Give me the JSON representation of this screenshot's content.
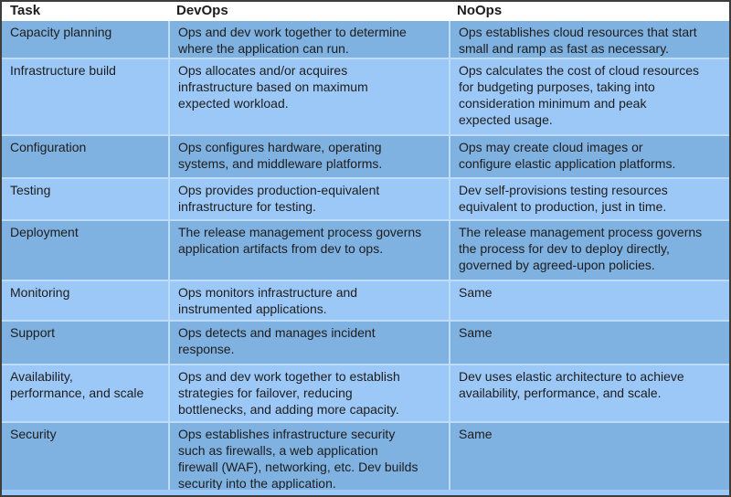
{
  "colors": {
    "border": "#3d3d3d",
    "header_bg": "#ffffff",
    "row_dark": "#7fb1e1",
    "row_light": "#9cc8f8",
    "divider": "#bedcf7",
    "text": "#1d1d1d"
  },
  "table": {
    "columns": [
      {
        "id": "task",
        "label": "Task"
      },
      {
        "id": "devops",
        "label": "DevOps"
      },
      {
        "id": "noops",
        "label": "NoOps"
      }
    ],
    "rows": [
      {
        "task": "Capacity planning",
        "devops": "Ops and dev work together to determine\nwhere the application can run.",
        "noops": "Ops establishes cloud resources that start\nsmall and ramp as fast as necessary."
      },
      {
        "task": "Infrastructure build",
        "devops": "Ops allocates and/or acquires\ninfrastructure based on maximum\nexpected workload.",
        "noops": "Ops calculates the cost of cloud resources\nfor budgeting purposes, taking into\nconsideration minimum and peak\nexpected usage."
      },
      {
        "task": "Configuration",
        "devops": "Ops configures hardware, operating\nsystems, and middleware platforms.",
        "noops": "Ops may create cloud images or\nconfigure elastic application platforms."
      },
      {
        "task": "Testing",
        "devops": "Ops provides production-equivalent\ninfrastructure for testing.",
        "noops": "Dev self-provisions testing resources\nequivalent to production, just in time."
      },
      {
        "task": "Deployment",
        "devops": "The release management process governs\napplication artifacts from dev to ops.",
        "noops": "The release management process governs\nthe process for dev to deploy directly,\ngoverned by agreed-upon policies."
      },
      {
        "task": "Monitoring",
        "devops": "Ops monitors infrastructure and\ninstrumented applications.",
        "noops": "Same"
      },
      {
        "task": "Support",
        "devops": "Ops detects and manages incident\nresponse.",
        "noops": "Same"
      },
      {
        "task": "Availability,\nperformance, and scale",
        "devops": "Ops and dev work together to establish\nstrategies for failover, reducing\nbottlenecks, and adding more capacity.",
        "noops": "Dev uses elastic architecture to achieve\navailability, performance, and scale."
      },
      {
        "task": "Security",
        "devops": "Ops establishes infrastructure security\nsuch as firewalls, a web application\nfirewall (WAF), networking, etc. Dev builds\nsecurity into the application.",
        "noops": "Same"
      }
    ]
  }
}
